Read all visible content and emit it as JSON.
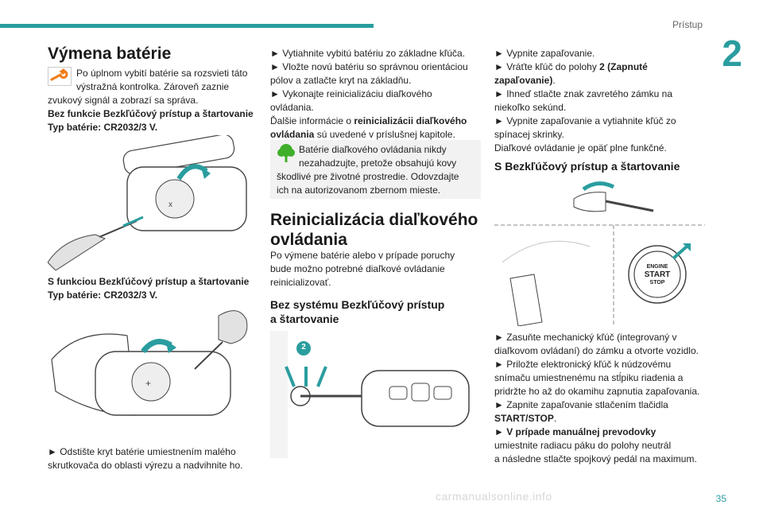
{
  "header": {
    "section": "Prístup",
    "chapter": "2"
  },
  "col1": {
    "title": "Výmena batérie",
    "warning_lines": [
      "Po úplnom vybití batérie sa rozsvieti táto",
      "výstražná kontrolka. Zároveň zaznie",
      "zvukový signál a zobrazí sa správa."
    ],
    "without_keyless": "Bez funkcie Bezkľúčový prístup a štartovanie",
    "battery_type_1": "Typ batérie: CR2032/3 V.",
    "with_keyless": "S funkciou Bezkľúčový prístup a štartovanie",
    "battery_type_2": "Typ batérie: CR2032/3 V.",
    "step_lines": [
      "► Odstište kryt batérie umiestnením malého",
      "skrutkovača do oblasti výrezu a nadvihnite ho."
    ]
  },
  "col2": {
    "lines": [
      "► Vytiahnite vybitú batériu zo základne kľúča.",
      "► Vložte novú batériu so správnou orientáciou",
      "pólov a zatlačte kryt na základňu.",
      "► Vykonajte reinicializáciu diaľkového",
      "ovládania."
    ],
    "more_info_pre": "Ďalšie informácie o ",
    "more_info_bold_1": "reinicializácii diaľkového",
    "more_info_bold_2": "ovládania",
    "more_info_post": " sú uvedené v príslušnej kapitole.",
    "note_lines": [
      "Batérie diaľkového ovládania nikdy",
      "nezahadzujte, pretože obsahujú kovy",
      "škodlivé pre životné prostredie. Odovzdajte",
      "ich na autorizovanom zbernom mieste."
    ],
    "reinit_title_1": "Reinicializácia diaľkového",
    "reinit_title_2": "ovládania",
    "reinit_lines": [
      "Po výmene batérie alebo v prípade poruchy",
      "bude možno potrebné diaľkové ovládanie",
      "reinicializovať."
    ],
    "sub1_1": "Bez systému Bezkľúčový prístup",
    "sub1_2": "a štartovanie",
    "badge": "2"
  },
  "col3": {
    "lines_a": [
      "► Vypnite zapaľovanie."
    ],
    "l2_pre": "► Vráťte kľúč do polohy ",
    "l2_bold": "2 (Zapnuté",
    "l3_bold": "zapaľovanie)",
    "l3_post": ".",
    "lines_b": [
      "► Ihneď stlačte znak zavretého zámku na",
      "niekoľko sekúnd.",
      "► Vypnite zapaľovanie a vytiahnite kľúč zo",
      "spínacej skrinky.",
      "Diaľkové ovládanie je opäť plne funkčné."
    ],
    "sub2": "S Bezkľúčový prístup a štartovanie",
    "engine_1": "ENGINE",
    "engine_2": "START",
    "engine_3": "STOP",
    "lines_c": [
      "► Zasuňte mechanický kľúč (integrovaný v",
      "diaľkovom ovládaní) do zámku a otvorte vozidlo.",
      "► Priložte elektronický kľúč k núdzovému",
      "snímaču umiestnenému na stĺpiku riadenia a",
      "pridržte ho až do okamihu zapnutia zapaľovania.",
      "► Zapnite zapaľovanie stlačením tlačidla"
    ],
    "startstop": "START/STOP",
    "startstop_post": ".",
    "manual": "► V prípade manuálnej prevodovky",
    "lines_d": [
      "umiestnite radiacu páku do polohy neutrál",
      "a následne stlačte spojkový pedál na maximum."
    ]
  },
  "footer": {
    "page": "35",
    "watermark": "carmanualsonline.info"
  },
  "colors": {
    "accent": "#2a9d9f",
    "warning": "#f07d1a",
    "eco": "#3fae2a",
    "note_bg": "#f2f2f2"
  }
}
